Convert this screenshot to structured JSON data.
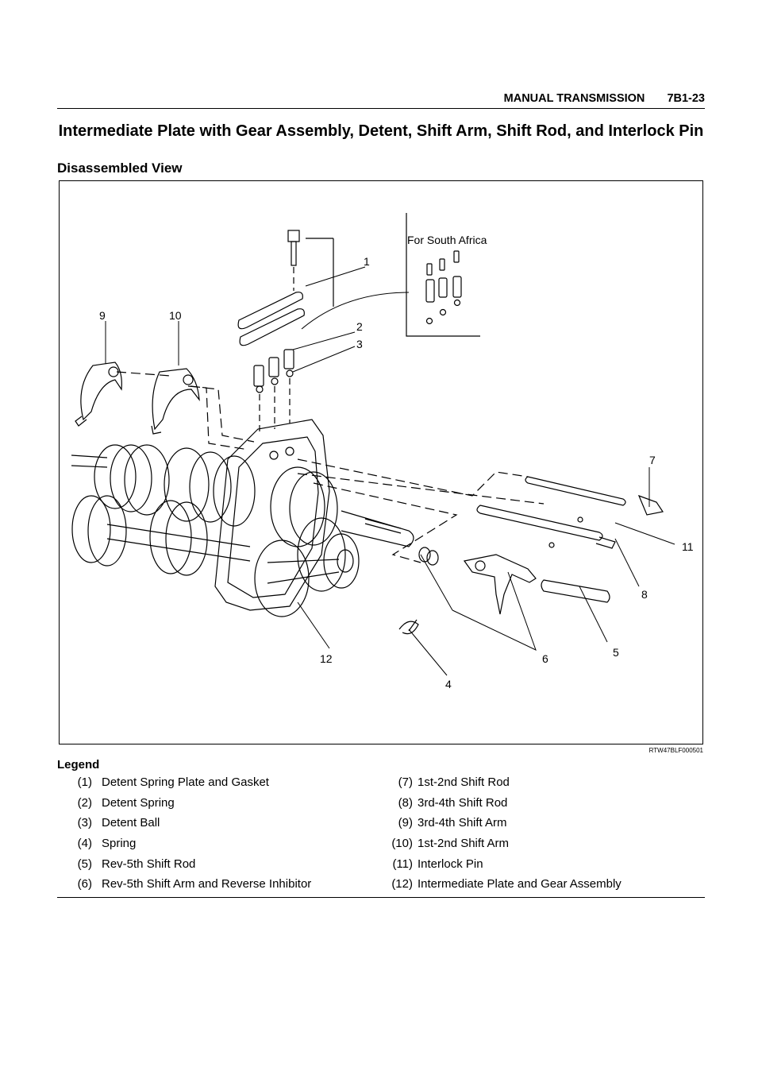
{
  "header": {
    "section": "MANUAL TRANSMISSION",
    "page": "7B1-23"
  },
  "title": "Intermediate Plate with Gear Assembly, Detent, Shift Arm, Shift Rod, and Interlock Pin",
  "subtitle": "Disassembled View",
  "figure": {
    "region_note": "For South Africa",
    "code": "RTW47BLF000501",
    "callouts": [
      "1",
      "2",
      "3",
      "4",
      "5",
      "6",
      "7",
      "8",
      "9",
      "10",
      "11",
      "12"
    ]
  },
  "legend": {
    "label": "Legend",
    "left": [
      {
        "num": "(1)",
        "text": "Detent Spring Plate and Gasket"
      },
      {
        "num": "(2)",
        "text": "Detent Spring"
      },
      {
        "num": "(3)",
        "text": "Detent Ball"
      },
      {
        "num": "(4)",
        "text": "Spring"
      },
      {
        "num": "(5)",
        "text": "Rev-5th Shift Rod"
      },
      {
        "num": "(6)",
        "text": "Rev-5th Shift Arm and Reverse Inhibitor"
      }
    ],
    "right": [
      {
        "num": "(7)",
        "text": "1st-2nd Shift Rod"
      },
      {
        "num": "(8)",
        "text": "3rd-4th Shift Rod"
      },
      {
        "num": "(9)",
        "text": "3rd-4th Shift Arm"
      },
      {
        "num": "(10)",
        "text": "1st-2nd Shift Arm"
      },
      {
        "num": "(11)",
        "text": "Interlock Pin"
      },
      {
        "num": "(12)",
        "text": "Intermediate Plate and Gear Assembly"
      }
    ]
  }
}
